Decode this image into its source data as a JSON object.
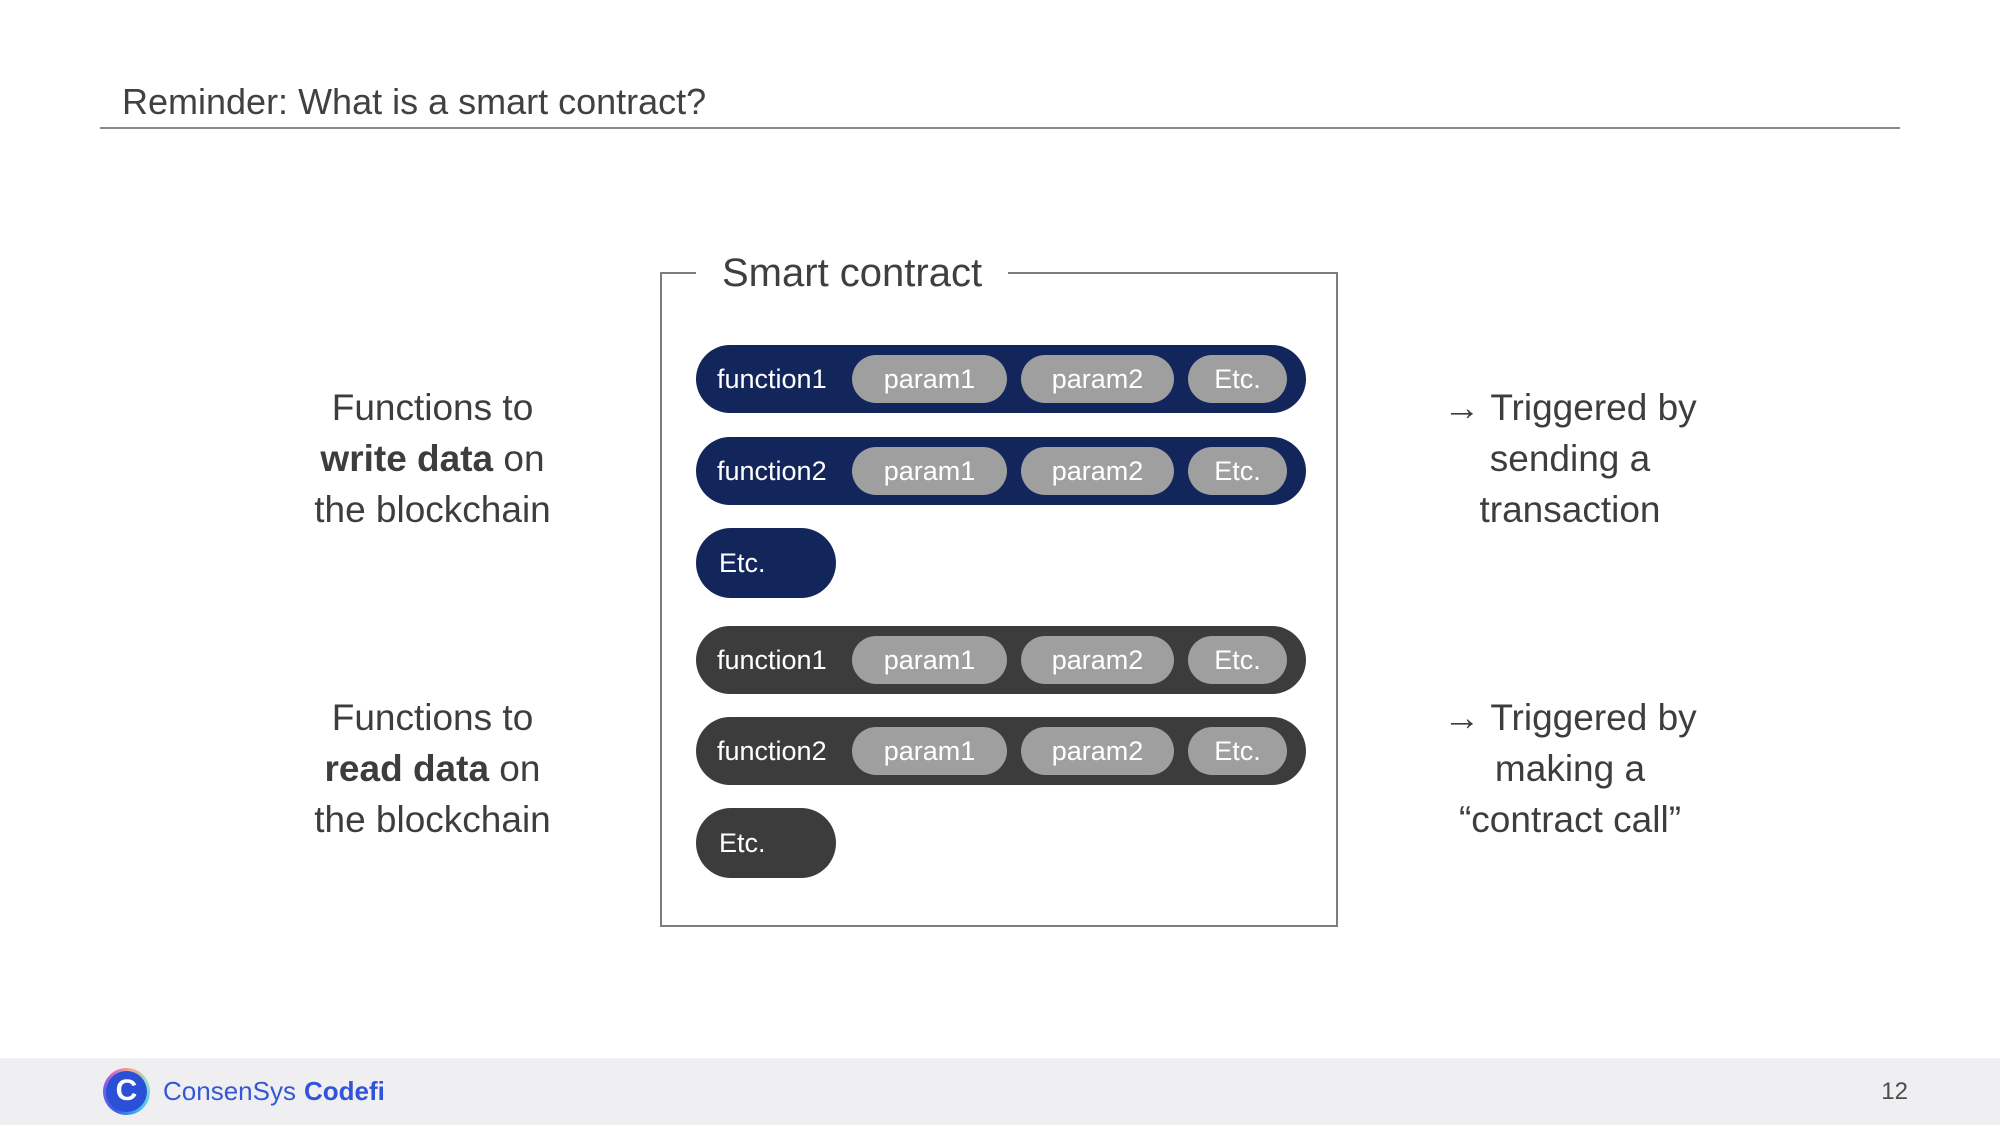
{
  "header": {
    "title": "Reminder: What is a smart contract?"
  },
  "diagram": {
    "box_label": "Smart contract",
    "write_rows": [
      {
        "function": "function1",
        "params": [
          "param1",
          "param2",
          "Etc."
        ]
      },
      {
        "function": "function2",
        "params": [
          "param1",
          "param2",
          "Etc."
        ]
      },
      {
        "function": "Etc."
      }
    ],
    "read_rows": [
      {
        "function": "function1",
        "params": [
          "param1",
          "param2",
          "Etc."
        ]
      },
      {
        "function": "function2",
        "params": [
          "param1",
          "param2",
          "Etc."
        ]
      },
      {
        "function": "Etc."
      }
    ]
  },
  "left_notes": {
    "write": {
      "line1": "Functions to",
      "bold": "write data",
      "rest": " on",
      "line3": "the blockchain"
    },
    "read": {
      "line1": "Functions to",
      "bold": "read data",
      "rest": " on",
      "line3": "the blockchain"
    }
  },
  "right_notes": {
    "write": {
      "arrow": "→",
      "line1": "Triggered by",
      "line2": "sending a",
      "line3": "transaction"
    },
    "read": {
      "arrow": "→",
      "line1": "Triggered by",
      "line2": "making a",
      "line3": "“contract call”"
    }
  },
  "footer": {
    "brand": "ConsenSys",
    "brand_suffix": "Codefi",
    "logo_letter": "C",
    "page_number": "12"
  },
  "colors": {
    "navy": "#13265c",
    "charcoal": "#3c3c3c",
    "param_gray": "#9f9f9f",
    "brand_blue": "#3656d8",
    "footer_bg": "#efeff1"
  }
}
